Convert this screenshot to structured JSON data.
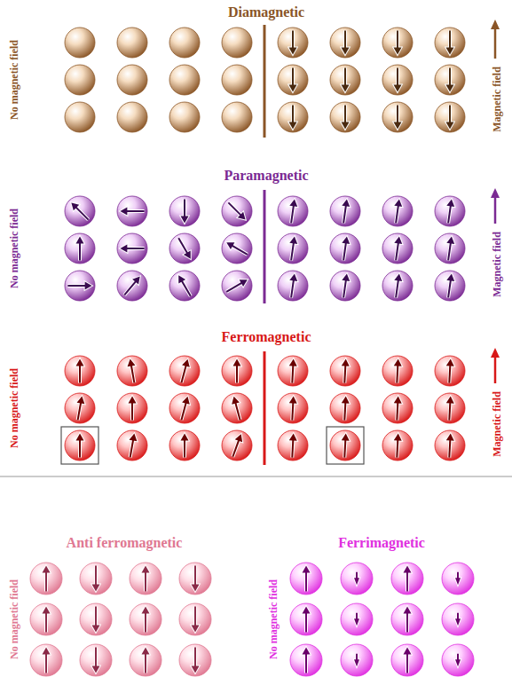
{
  "diagram": {
    "labels": [
      "Diamagnetic",
      "No magnetic field",
      "Magnetic field",
      "Paramagnetic",
      "No magnetic field",
      "Magnetic field",
      "Ferromagnetic",
      "No magnetic field",
      "Magnetic field",
      "Anti ferromagnetic",
      "No magnetic field",
      "Ferrimagnetic",
      "No magnetic field"
    ]
  }
}
